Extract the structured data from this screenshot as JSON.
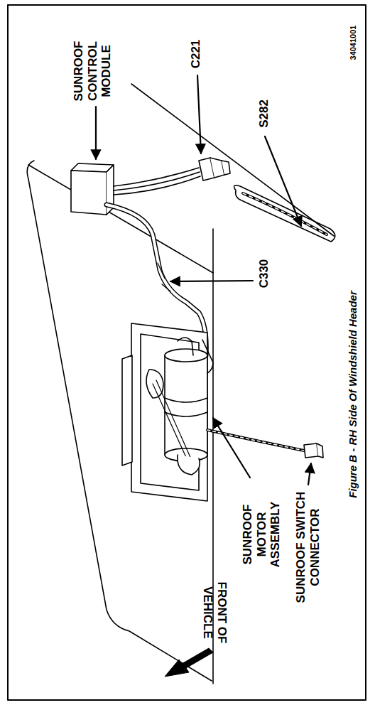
{
  "diagram": {
    "caption": "Figure B - RH Side Of Windshield Header",
    "labels": [
      "34041001",
      "SUNROOF CONTROL MODULE",
      "C221",
      "S282",
      "C330",
      "SUNROOF MOTOR ASSEMBLY",
      "SUNROOF SWITCH CONNECTOR",
      "FRONT OF VEHICLE"
    ]
  }
}
